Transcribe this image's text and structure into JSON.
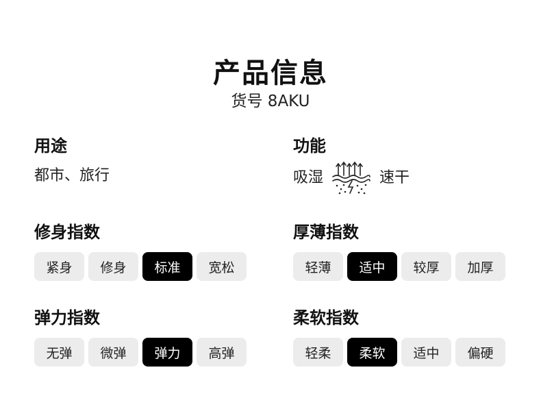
{
  "header": {
    "title": "产品信息",
    "sku": "货号 8AKU"
  },
  "usage": {
    "title": "用途",
    "value": "都市、旅行"
  },
  "function": {
    "title": "功能",
    "left": "吸湿",
    "right": "速干",
    "icon": "moisture-wicking-icon"
  },
  "fit": {
    "title": "修身指数",
    "options": [
      "紧身",
      "修身",
      "标准",
      "宽松"
    ],
    "selected": "标准"
  },
  "thickness": {
    "title": "厚薄指数",
    "options": [
      "轻薄",
      "适中",
      "较厚",
      "加厚"
    ],
    "selected": "适中"
  },
  "elasticity": {
    "title": "弹力指数",
    "options": [
      "无弹",
      "微弹",
      "弹力",
      "高弹"
    ],
    "selected": "弹力"
  },
  "softness": {
    "title": "柔软指数",
    "options": [
      "轻柔",
      "柔软",
      "适中",
      "偏硬"
    ],
    "selected": "柔软"
  },
  "colors": {
    "active_bg": "#000000",
    "pill_bg": "#ececec",
    "text": "#111111"
  }
}
